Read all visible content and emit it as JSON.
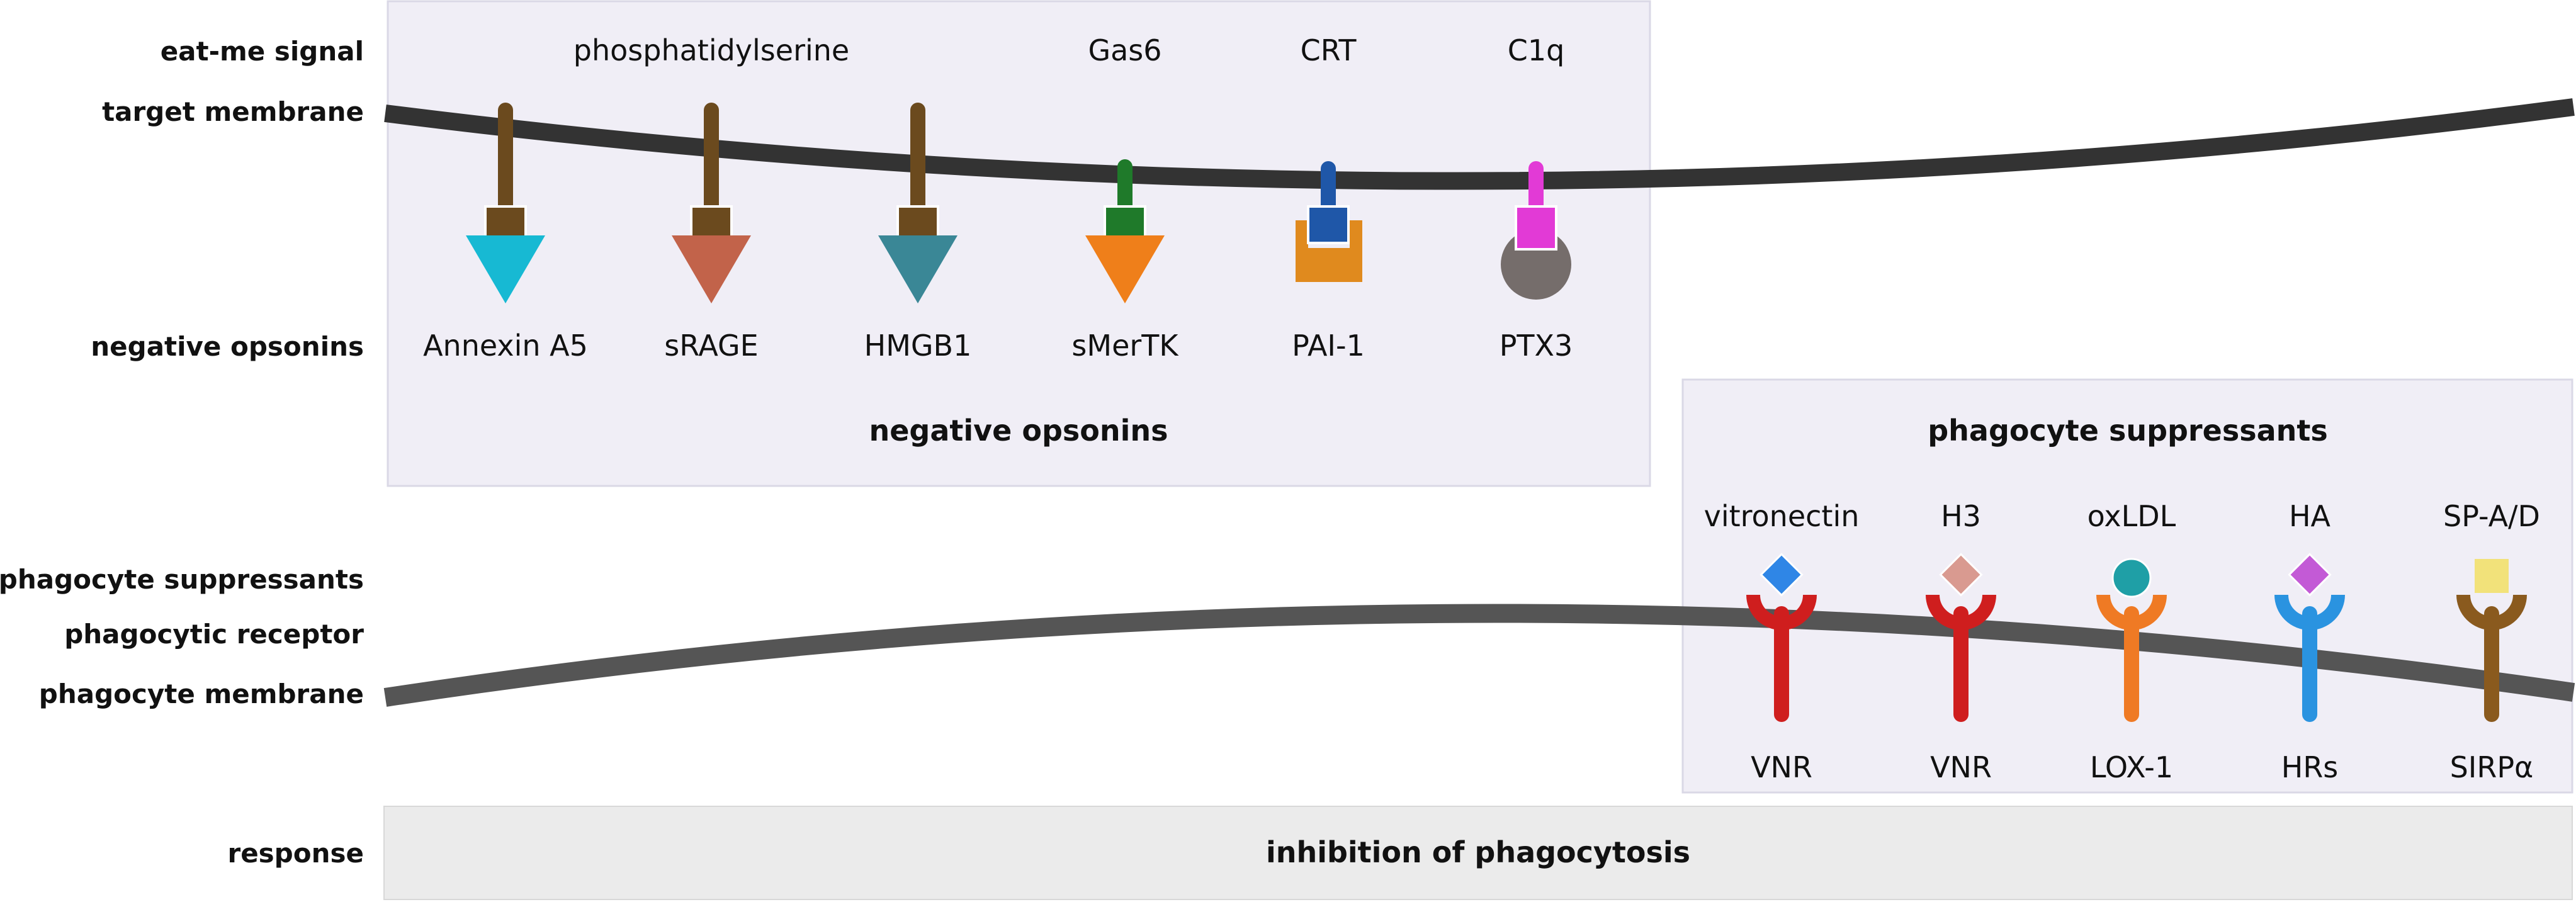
{
  "row_labels": {
    "eat_me_signal": "eat-me signal",
    "target_membrane": "target membrane",
    "negative_opsonins": "negative opsonins",
    "phagocyte_suppressants": "phagocyte suppressants",
    "phagocytic_receptor": "phagocytic receptor",
    "phagocyte_membrane": "phagocyte membrane",
    "response": "response"
  },
  "top_panel": {
    "title": "negative opsonins",
    "signals": [
      {
        "label": "phosphatidylserine"
      },
      {
        "label": "Gas6"
      },
      {
        "label": "CRT"
      },
      {
        "label": "C1q"
      }
    ],
    "opsonins": [
      {
        "label": "Annexin A5",
        "stem_color": "#6b4a1e",
        "block_color": "#6b4a1e",
        "shape": "triangle",
        "shape_color": "#17b9d3"
      },
      {
        "label": "sRAGE",
        "stem_color": "#6b4a1e",
        "block_color": "#6b4a1e",
        "shape": "triangle",
        "shape_color": "#c2634a"
      },
      {
        "label": "HMGB1",
        "stem_color": "#6b4a1e",
        "block_color": "#6b4a1e",
        "shape": "triangle",
        "shape_color": "#3a8796"
      },
      {
        "label": "sMerTK",
        "stem_color": "#1f7a2a",
        "block_color": "#1f7a2a",
        "shape": "triangle",
        "shape_color": "#ef7f1a"
      },
      {
        "label": "PAI-1",
        "stem_color": "#1f57a8",
        "block_color": "#1f57a8",
        "shape": "cup",
        "shape_color": "#e08a1e"
      },
      {
        "label": "PTX3",
        "stem_color": "#e23ad6",
        "block_color": "#e23ad6",
        "shape": "circle",
        "shape_color": "#756d6b"
      }
    ]
  },
  "right_panel": {
    "title": "phagocyte suppressants",
    "suppressants": [
      {
        "ligand": "vitronectin",
        "receptor": "VNR",
        "ligand_shape": "diamond",
        "ligand_color": "#2f86e6",
        "receptor_color": "#cf1e1e"
      },
      {
        "ligand": "H3",
        "receptor": "VNR",
        "ligand_shape": "diamond",
        "ligand_color": "#d99a90",
        "receptor_color": "#cf1e1e"
      },
      {
        "ligand": "oxLDL",
        "receptor": "LOX-1",
        "ligand_shape": "circle",
        "ligand_color": "#1f9fa6",
        "receptor_color": "#ef7a24"
      },
      {
        "ligand": "HA",
        "receptor": "HRs",
        "ligand_shape": "diamond",
        "ligand_color": "#c35ad6",
        "receptor_color": "#2a93e0"
      },
      {
        "ligand": "SP-A/D",
        "receptor": "SIRPα",
        "ligand_shape": "square",
        "ligand_color": "#f2e27a",
        "receptor_color": "#8a5a1e"
      }
    ]
  },
  "response": {
    "text": "inhibition of phagocytosis"
  },
  "colors": {
    "panel_fill": "#f0eef6",
    "panel_stroke": "#dad8e6",
    "response_fill": "#ebebeb",
    "membrane": "#333333"
  }
}
